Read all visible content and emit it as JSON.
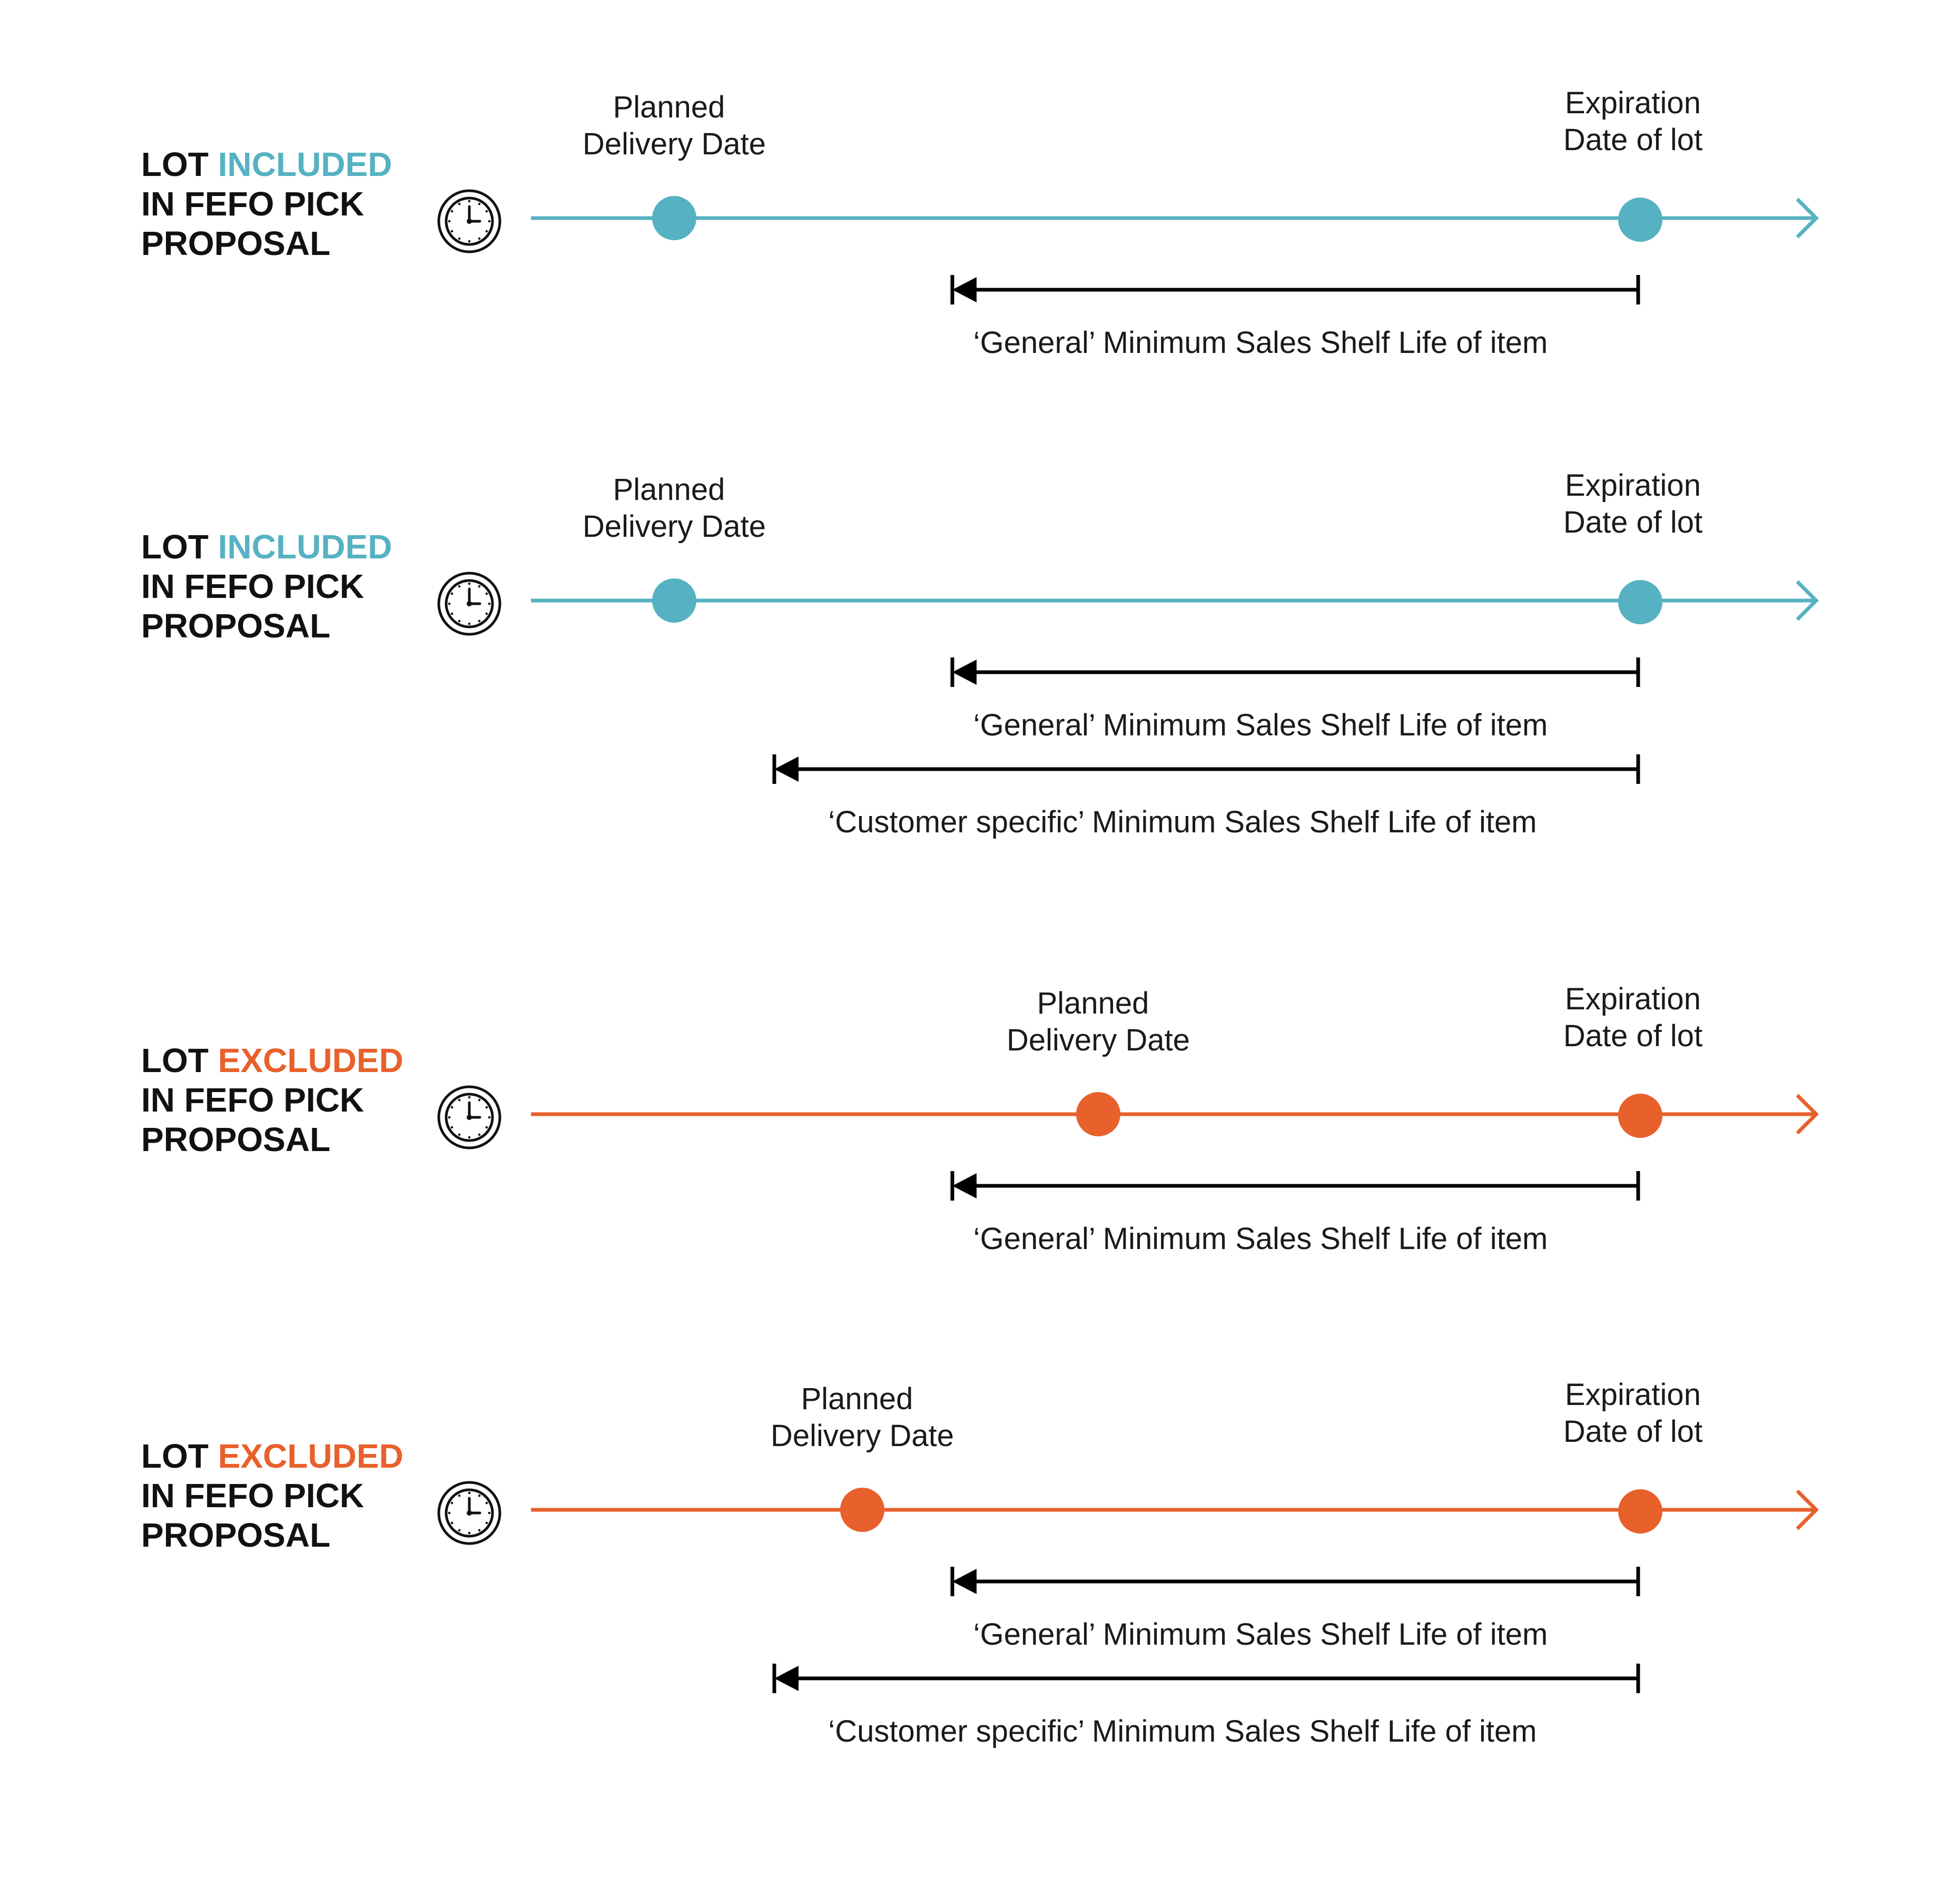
{
  "colors": {
    "included": "#56b2c2",
    "excluded": "#e8602c",
    "text": "#111111",
    "range": "#000000"
  },
  "icons": {
    "timeline_icon": "clock-icon"
  },
  "scenarios": [
    {
      "status_prefix": "LOT ",
      "status_word": "INCLUDED",
      "status_line2": "IN FEFO PICK",
      "status_line3": "PROPOSAL",
      "tone": "included",
      "planned_line1": "Planned",
      "planned_line2": "Delivery Date",
      "expiration_line1": "Expiration",
      "expiration_line2": "Date of lot",
      "ranges": [
        {
          "kind": "general",
          "label": "‘General’ Minimum Sales Shelf Life of item"
        }
      ]
    },
    {
      "status_prefix": "LOT ",
      "status_word": "INCLUDED",
      "status_line2": "IN FEFO PICK",
      "status_line3": "PROPOSAL",
      "tone": "included",
      "planned_line1": "Planned",
      "planned_line2": "Delivery Date",
      "expiration_line1": "Expiration",
      "expiration_line2": "Date of lot",
      "ranges": [
        {
          "kind": "general",
          "label": "‘General’ Minimum Sales Shelf Life of item"
        },
        {
          "kind": "customer",
          "label": "‘Customer specific’ Minimum Sales Shelf Life of item"
        }
      ]
    },
    {
      "status_prefix": "LOT ",
      "status_word": "EXCLUDED",
      "status_line2": "IN FEFO PICK",
      "status_line3": "PROPOSAL",
      "tone": "excluded",
      "planned_line1": "Planned",
      "planned_line2": "Delivery Date",
      "expiration_line1": "Expiration",
      "expiration_line2": "Date of lot",
      "ranges": [
        {
          "kind": "general",
          "label": "‘General’ Minimum Sales Shelf Life of item"
        }
      ]
    },
    {
      "status_prefix": "LOT ",
      "status_word": "EXCLUDED",
      "status_line2": "IN FEFO PICK",
      "status_line3": "PROPOSAL",
      "tone": "excluded",
      "planned_line1": "Planned",
      "planned_line2": "Delivery Date",
      "expiration_line1": "Expiration",
      "expiration_line2": "Date of lot",
      "ranges": [
        {
          "kind": "general",
          "label": "‘General’ Minimum Sales Shelf Life of item"
        },
        {
          "kind": "customer",
          "label": "‘Customer specific’ Minimum Sales Shelf Life of item"
        }
      ]
    }
  ]
}
